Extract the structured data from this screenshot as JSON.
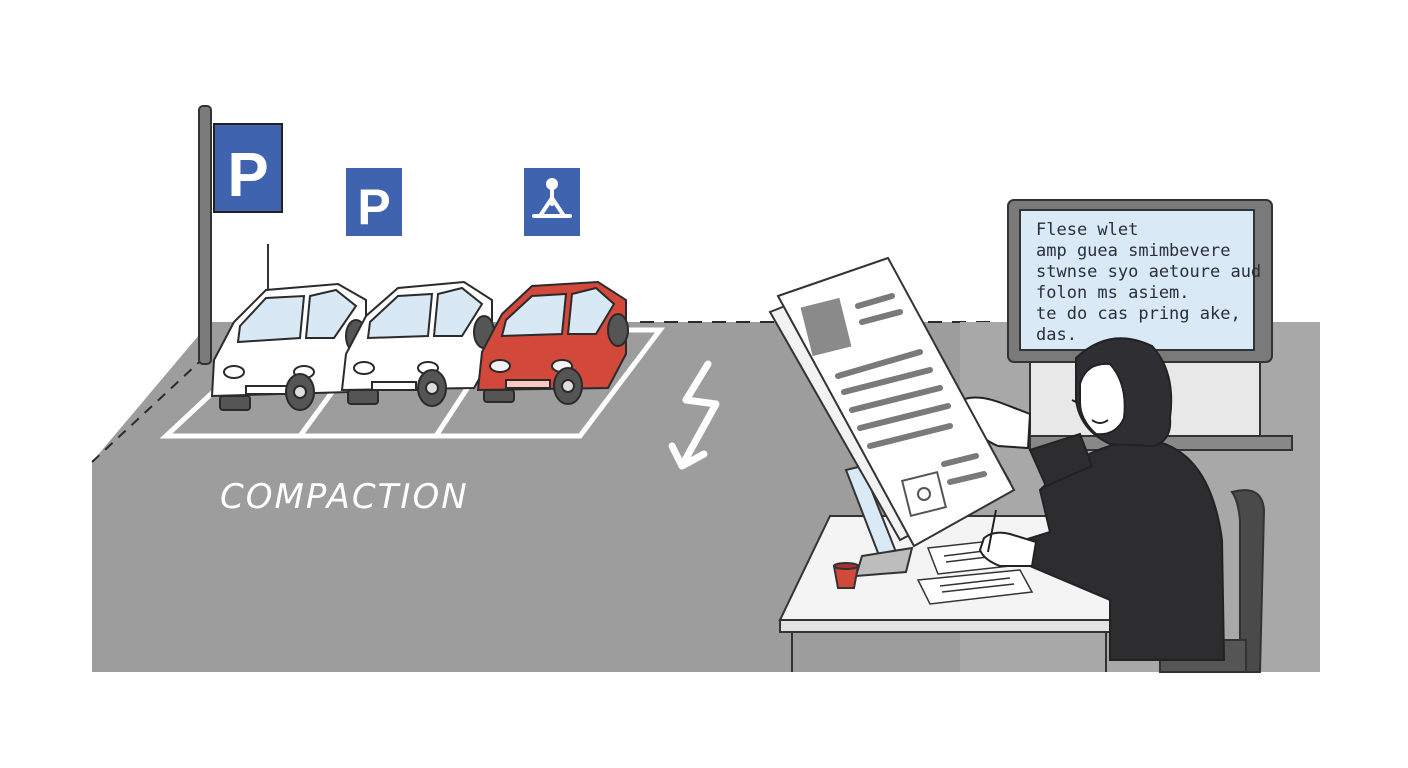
{
  "signs": {
    "parking_sign_1_letter": "P",
    "parking_sign_2_letter": "P",
    "accessible_sign_symbol": "accessible-icon"
  },
  "ground_text": "COMPACTION",
  "monitor_lines": [
    "Flese wlet",
    "amp guea smimbevere",
    "stwnse syo aetoure aud",
    "folon ms asiem.",
    "te do cas pring ake,",
    "das."
  ],
  "colors": {
    "sign_blue": "#3f63ae",
    "asphalt": "#9c9c9c",
    "red_car": "#d2493b",
    "screen_bg": "#d9e9f6",
    "jacket": "#2d2d2f"
  },
  "icons": {
    "arrow": "zigzag-down-arrow",
    "cup": "coffee-cup-icon"
  }
}
